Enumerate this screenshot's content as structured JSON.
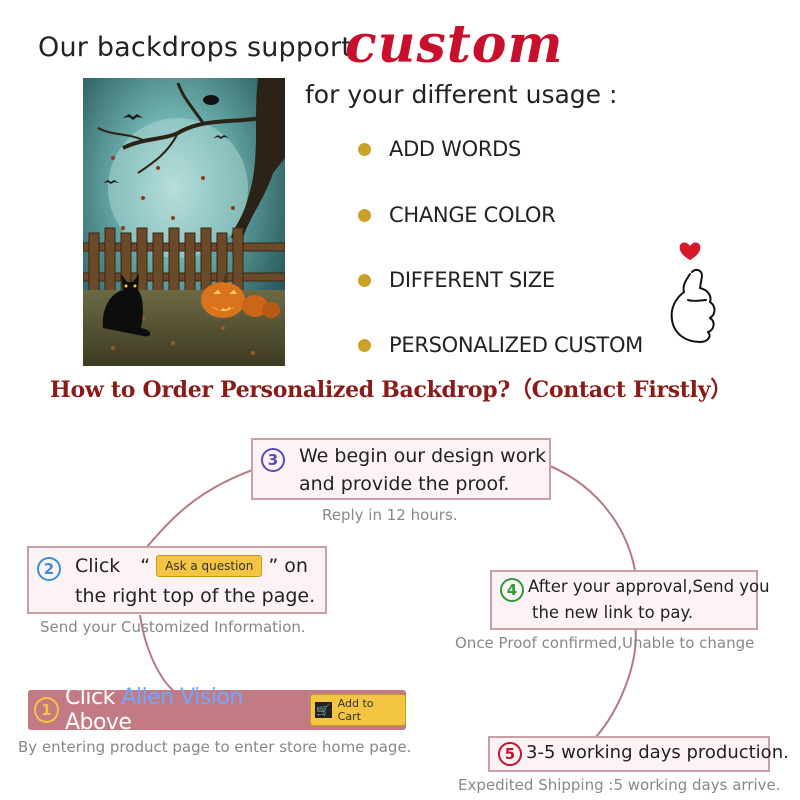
{
  "header": {
    "line1": "Our backdrops support",
    "script_word": "custom",
    "line2": "for your different usage :"
  },
  "features": [
    {
      "label": "ADD WORDS"
    },
    {
      "label": "CHANGE COLOR"
    },
    {
      "label": "DIFFERENT SIZE"
    },
    {
      "label": "PERSONALIZED CUSTOM"
    }
  ],
  "how_title": "How to Order Personalized Backdrop?（Contact Firstly）",
  "steps": {
    "s1": {
      "num": "1",
      "prefix": "Click",
      "brand": "Allen Vision",
      "suffix": "Above",
      "button": "Add to Cart",
      "sub": "By entering product page to enter store home page."
    },
    "s2": {
      "num": "2",
      "line1_prefix": "Click",
      "open_quote": "“",
      "button": "Ask a question",
      "close_quote": "” on",
      "line2": "the right top of the page.",
      "sub": "Send your Customized Information."
    },
    "s3": {
      "num": "3",
      "line1": "We begin our design work",
      "line2": "and provide the proof.",
      "sub": "Reply in 12 hours."
    },
    "s4": {
      "num": "4",
      "line1": "After your approval,Send you",
      "line2": "the new link to pay.",
      "sub": "Once Proof confirmed,Unable to change"
    },
    "s5": {
      "num": "5",
      "line1": "3-5 working days production.",
      "sub": "Expedited Shipping :5 working days arrive."
    }
  },
  "colors": {
    "accent_red": "#c8102e",
    "title_red": "#8b1a1a",
    "bullet_gold": "#c9a227",
    "step1_bg": "#c27b84"
  }
}
